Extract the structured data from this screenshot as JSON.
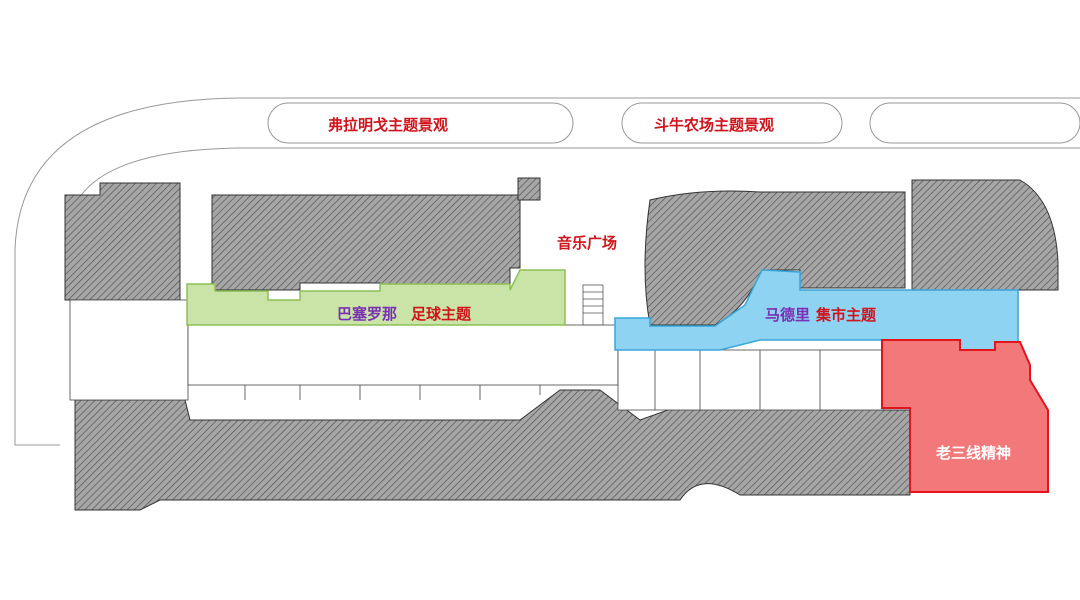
{
  "labels": {
    "flamenco": "弗拉明戈主题景观",
    "bullfight": "斗牛农场主题景观",
    "music_plaza": "音乐广场",
    "barcelona": "巴塞罗那",
    "football": "足球主题",
    "madrid": "马德里",
    "market": "集市主题",
    "sanxian": "老三线精神"
  },
  "colors": {
    "green_zone": "#c9e4a6",
    "blue_zone": "#8fd3f2",
    "red_zone": "#f2787a",
    "hatch": "#8c8c8c",
    "label_red": "#d0141b",
    "label_purple": "#7a2fb5"
  }
}
